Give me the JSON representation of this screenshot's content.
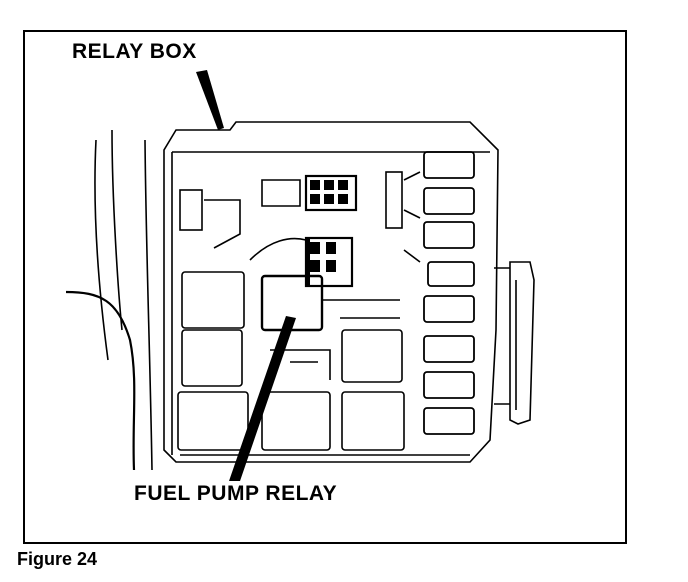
{
  "diagram": {
    "callouts": {
      "relay_box": "RELAY BOX",
      "fuel_pump_relay": "FUEL PUMP RELAY"
    },
    "caption": "Figure 24"
  }
}
